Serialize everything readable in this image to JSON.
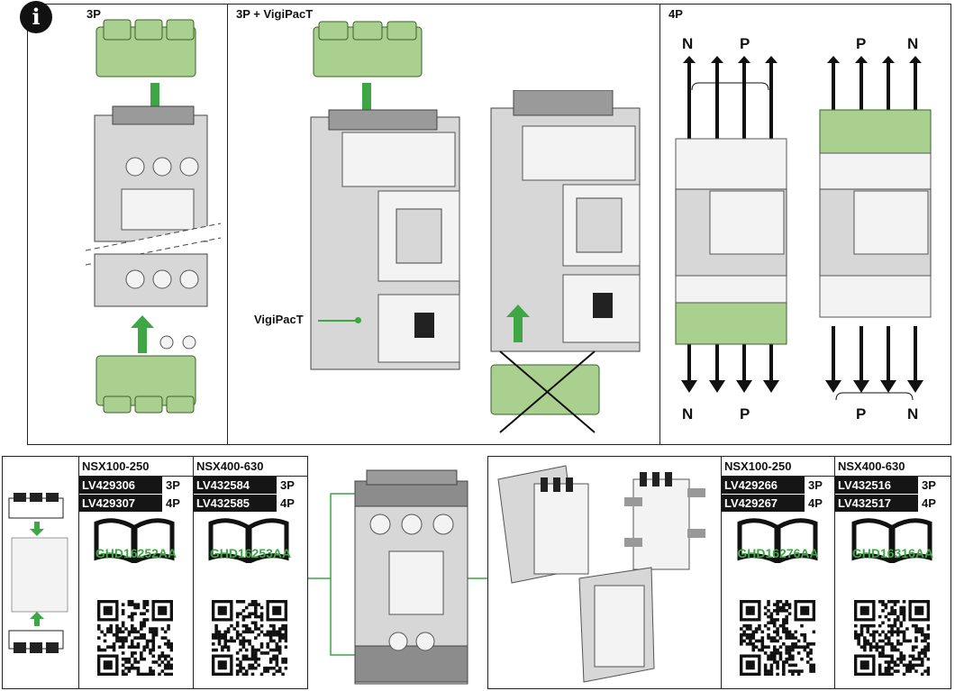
{
  "info_icon_glyph": "i",
  "sections": {
    "three_pole": "3P",
    "three_pole_vigi": "3P + VigiPacT",
    "four_pole": "4P"
  },
  "vigi_label": "VigiPacT",
  "pole_labels": {
    "left_top": {
      "n": "N",
      "p": "P"
    },
    "right_top": {
      "p": "P",
      "n": "N"
    },
    "left_bottom": {
      "n": "N",
      "p": "P"
    },
    "right_bottom": {
      "p": "P",
      "n": "N"
    }
  },
  "tables": [
    {
      "title": "NSX100-250",
      "rows": [
        {
          "ref": "LV429306",
          "pole": "3P"
        },
        {
          "ref": "LV429307",
          "pole": "4P"
        }
      ],
      "doc": "GHD16252AA"
    },
    {
      "title": "NSX400-630",
      "rows": [
        {
          "ref": "LV432584",
          "pole": "3P"
        },
        {
          "ref": "LV432585",
          "pole": "4P"
        }
      ],
      "doc": "GHD16253AA"
    },
    {
      "title": "NSX100-250",
      "rows": [
        {
          "ref": "LV429266",
          "pole": "3P"
        },
        {
          "ref": "LV429267",
          "pole": "4P"
        }
      ],
      "doc": "GHD16276AA"
    },
    {
      "title": "NSX400-630",
      "rows": [
        {
          "ref": "LV432516",
          "pole": "3P"
        },
        {
          "ref": "LV432517",
          "pole": "4P"
        }
      ],
      "doc": "GHD16316AA"
    }
  ],
  "colors": {
    "accent_green": "#3fa645",
    "part_green": "#a9d08e",
    "black": "#151515"
  },
  "icons": [
    "info-icon",
    "book-icon",
    "qr-code-icon",
    "arrow-down-icon",
    "arrow-up-icon"
  ]
}
